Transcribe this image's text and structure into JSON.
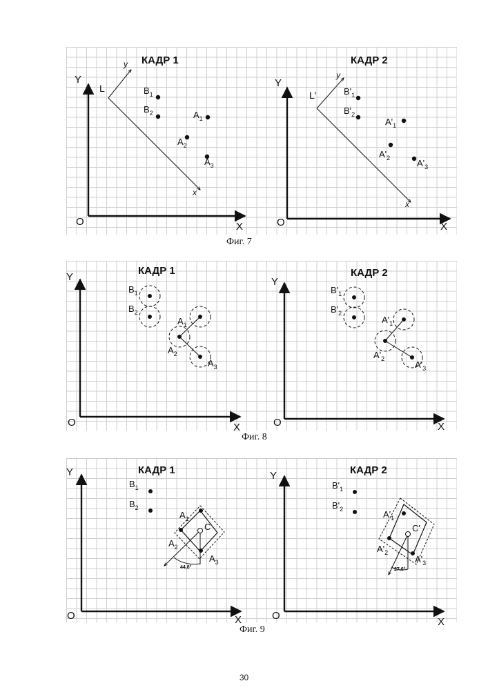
{
  "figures": [
    {
      "id": "fig7",
      "caption": "Фиг. 7",
      "frame1": {
        "title": "КАДР 1",
        "axis_y": "Y",
        "axis_x": "X",
        "origin": "O",
        "local_origin": "L",
        "local_x": "x",
        "local_y": "y",
        "points": [
          {
            "base": "B",
            "sub": "1"
          },
          {
            "base": "B",
            "sub": "2"
          },
          {
            "base": "A",
            "sub": "1"
          },
          {
            "base": "A",
            "sub": "2"
          },
          {
            "base": "A",
            "sub": "3"
          }
        ]
      },
      "frame2": {
        "title": "КАДР 2",
        "axis_y": "Y",
        "axis_x": "X",
        "origin": "O",
        "local_origin": "L'",
        "local_x": "x",
        "local_y": "y",
        "points": [
          {
            "base": "B'",
            "sub": "1"
          },
          {
            "base": "B'",
            "sub": "2"
          },
          {
            "base": "A'",
            "sub": "1"
          },
          {
            "base": "A'",
            "sub": "2"
          },
          {
            "base": "A'",
            "sub": "3"
          }
        ]
      }
    },
    {
      "id": "fig8",
      "caption": "Фиг. 8",
      "frame1": {
        "title": "КАДР 1",
        "axis_y": "Y",
        "axis_x": "X",
        "origin": "O",
        "points": [
          {
            "base": "B",
            "sub": "1"
          },
          {
            "base": "B",
            "sub": "2"
          },
          {
            "base": "A",
            "sub": "1"
          },
          {
            "base": "A",
            "sub": "2"
          },
          {
            "base": "A",
            "sub": "3"
          }
        ]
      },
      "frame2": {
        "title": "КАДР 2",
        "axis_y": "Y",
        "axis_x": "X",
        "origin": "O",
        "points": [
          {
            "base": "B'",
            "sub": "1"
          },
          {
            "base": "B'",
            "sub": "2"
          },
          {
            "base": "A'",
            "sub": "1"
          },
          {
            "base": "A'",
            "sub": "2"
          },
          {
            "base": "A'",
            "sub": "3"
          }
        ]
      }
    },
    {
      "id": "fig9",
      "caption": "Фиг. 9",
      "frame1": {
        "title": "КАДР 1",
        "axis_y": "Y",
        "axis_x": "X",
        "origin": "O",
        "center": "C",
        "angle": "44,8°",
        "points": [
          {
            "base": "B",
            "sub": "1"
          },
          {
            "base": "B",
            "sub": "2"
          },
          {
            "base": "A",
            "sub": "1"
          },
          {
            "base": "A",
            "sub": "2"
          },
          {
            "base": "A",
            "sub": "3"
          }
        ]
      },
      "frame2": {
        "title": "КАДР 2",
        "axis_y": "Y",
        "axis_x": "X",
        "origin": "O",
        "center": "C'",
        "angle": "27,6°",
        "points": [
          {
            "base": "B'",
            "sub": "1"
          },
          {
            "base": "B'",
            "sub": "2"
          },
          {
            "base": "A'",
            "sub": "1"
          },
          {
            "base": "A'",
            "sub": "2"
          },
          {
            "base": "A'",
            "sub": "3"
          }
        ]
      }
    }
  ],
  "page_number": "30"
}
